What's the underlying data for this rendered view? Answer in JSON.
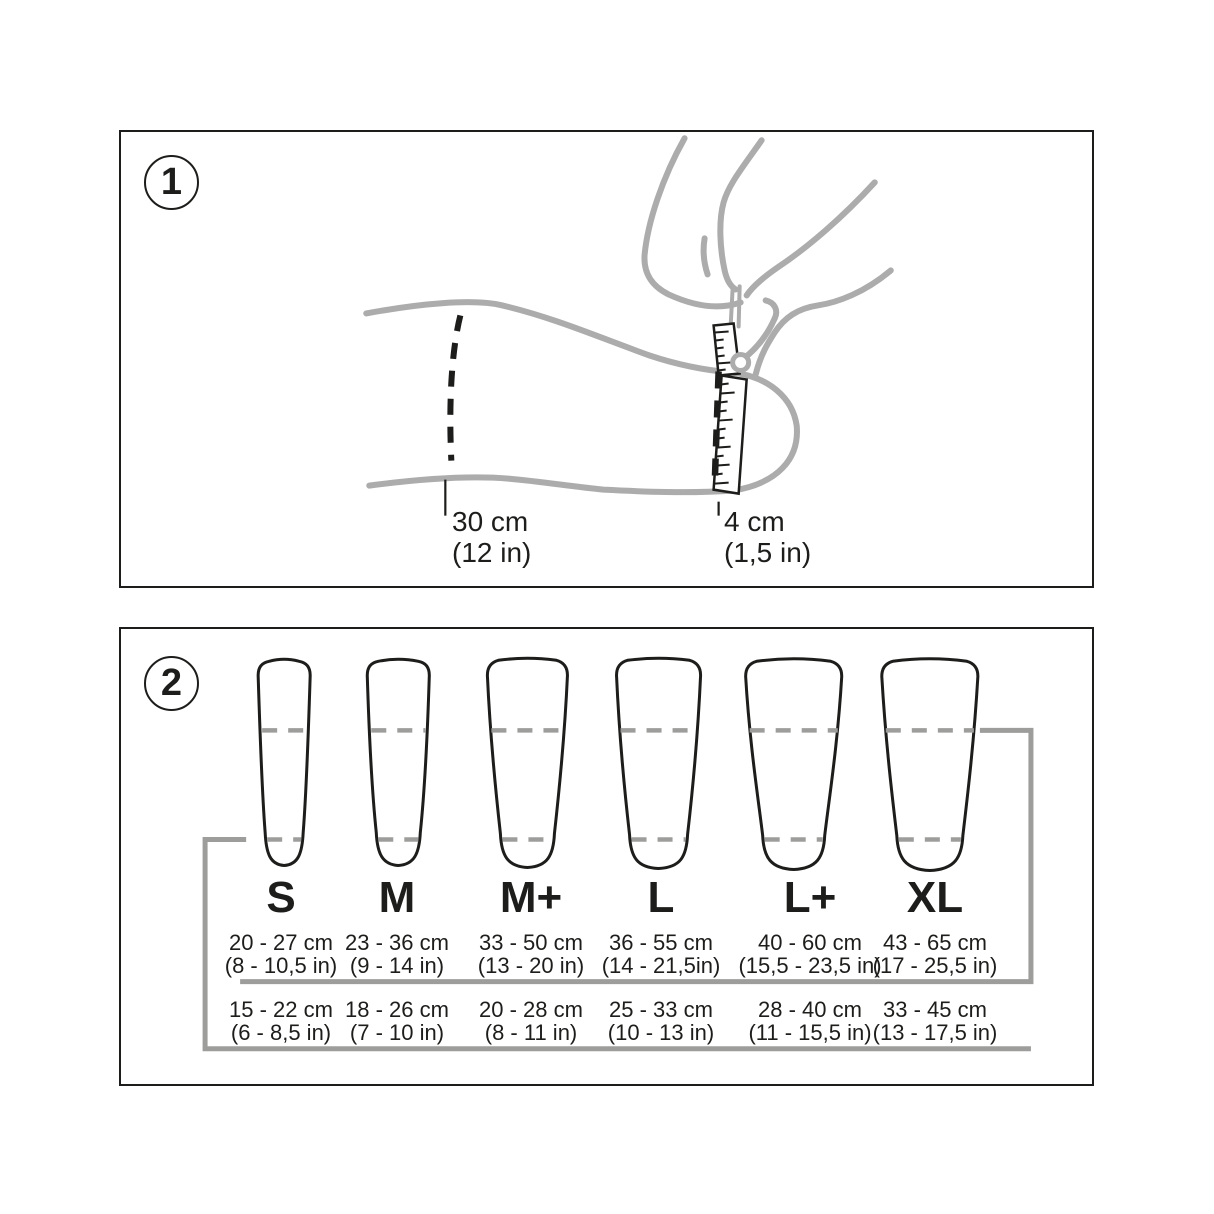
{
  "colors": {
    "outline_black": "#1d1d1b",
    "illustration_gray": "#acacac",
    "accent_gray": "#9d9d9c",
    "background": "#ffffff"
  },
  "step1": {
    "badge": "1",
    "left_measurement": {
      "metric": "30 cm",
      "imperial": "(12 in)"
    },
    "right_measurement": {
      "metric": "4 cm",
      "imperial": "(1,5 in)"
    }
  },
  "step2": {
    "badge": "2",
    "sizes": [
      {
        "label": "S",
        "upper_cm": "20 - 27 cm",
        "upper_in": "(8 - 10,5 in)",
        "lower_cm": "15 - 22 cm",
        "lower_in": "(6 - 8,5 in)"
      },
      {
        "label": "M",
        "upper_cm": "23 - 36 cm",
        "upper_in": "(9 - 14 in)",
        "lower_cm": "18 - 26 cm",
        "lower_in": "(7 - 10 in)"
      },
      {
        "label": "M+",
        "upper_cm": "33 - 50 cm",
        "upper_in": "(13 - 20 in)",
        "lower_cm": "20 - 28 cm",
        "lower_in": "(8 - 11 in)"
      },
      {
        "label": "L",
        "upper_cm": "36 - 55 cm",
        "upper_in": "(14 - 21,5in)",
        "lower_cm": "25 - 33 cm",
        "lower_in": "(10 - 13 in)"
      },
      {
        "label": "L+",
        "upper_cm": "40 - 60 cm",
        "upper_in": "(15,5 - 23,5 in)",
        "lower_cm": "28 - 40 cm",
        "lower_in": "(11 - 15,5 in)"
      },
      {
        "label": "XL",
        "upper_cm": "43 - 65 cm",
        "upper_in": "(17 - 25,5 in)",
        "lower_cm": "33 - 45 cm",
        "lower_in": "(13 - 17,5 in)"
      }
    ]
  }
}
